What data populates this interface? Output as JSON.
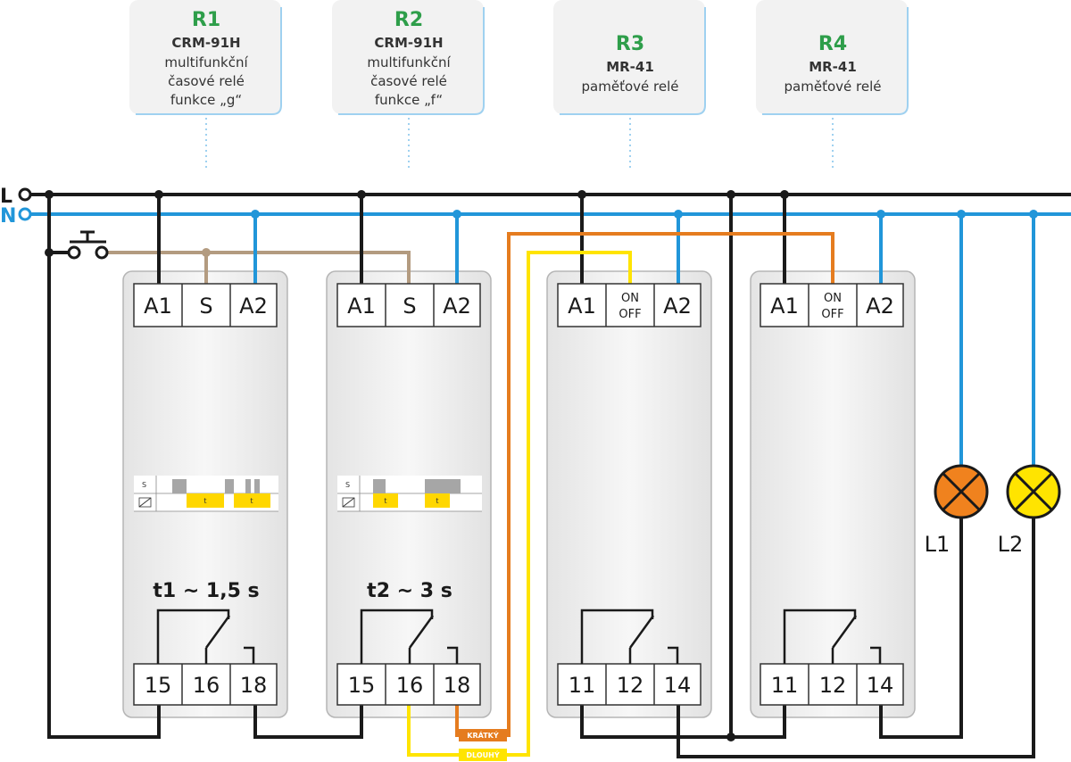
{
  "colors": {
    "line_L": "#1a1a1a",
    "line_N": "#2196d9",
    "switch_wire": "#b39b80",
    "short_wire": "#e57c1f",
    "long_wire": "#ffe400",
    "lamp1": "#f0821e",
    "lamp2": "#ffe400",
    "label_green": "#2e9e4a",
    "mini_gray": "#a6a6a6",
    "mini_yellow": "#ffd700"
  },
  "lines": {
    "L": "L",
    "N": "N"
  },
  "relays": [
    {
      "id": "R1",
      "model": "CRM-91H",
      "desc": [
        "multifunkční",
        "časové relé",
        "funkce „g“"
      ],
      "top_terminals": [
        "A1",
        "S",
        "A2"
      ],
      "bottom_terminals": [
        "15",
        "16",
        "18"
      ],
      "time_label": "t1 ~ 1,5 s",
      "mini": {
        "s_label": "S",
        "t_label": "t"
      }
    },
    {
      "id": "R2",
      "model": "CRM-91H",
      "desc": [
        "multifunkční",
        "časové relé",
        "funkce „f“"
      ],
      "top_terminals": [
        "A1",
        "S",
        "A2"
      ],
      "bottom_terminals": [
        "15",
        "16",
        "18"
      ],
      "time_label": "t2 ~ 3 s",
      "mini": {
        "s_label": "S",
        "t_label": "t"
      }
    },
    {
      "id": "R3",
      "model": "MR-41",
      "desc": [
        "paměťové relé"
      ],
      "top_terminals": [
        "A1",
        "ON",
        "OFF",
        "A2"
      ],
      "bottom_terminals": [
        "11",
        "12",
        "14"
      ]
    },
    {
      "id": "R4",
      "model": "MR-41",
      "desc": [
        "paměťové relé"
      ],
      "top_terminals": [
        "A1",
        "ON",
        "OFF",
        "A2"
      ],
      "bottom_terminals": [
        "11",
        "12",
        "14"
      ]
    }
  ],
  "lamps": [
    {
      "label": "L1"
    },
    {
      "label": "L2"
    }
  ],
  "tags": {
    "short": "KRÁTKÝ",
    "long": "DLOUHÝ"
  }
}
